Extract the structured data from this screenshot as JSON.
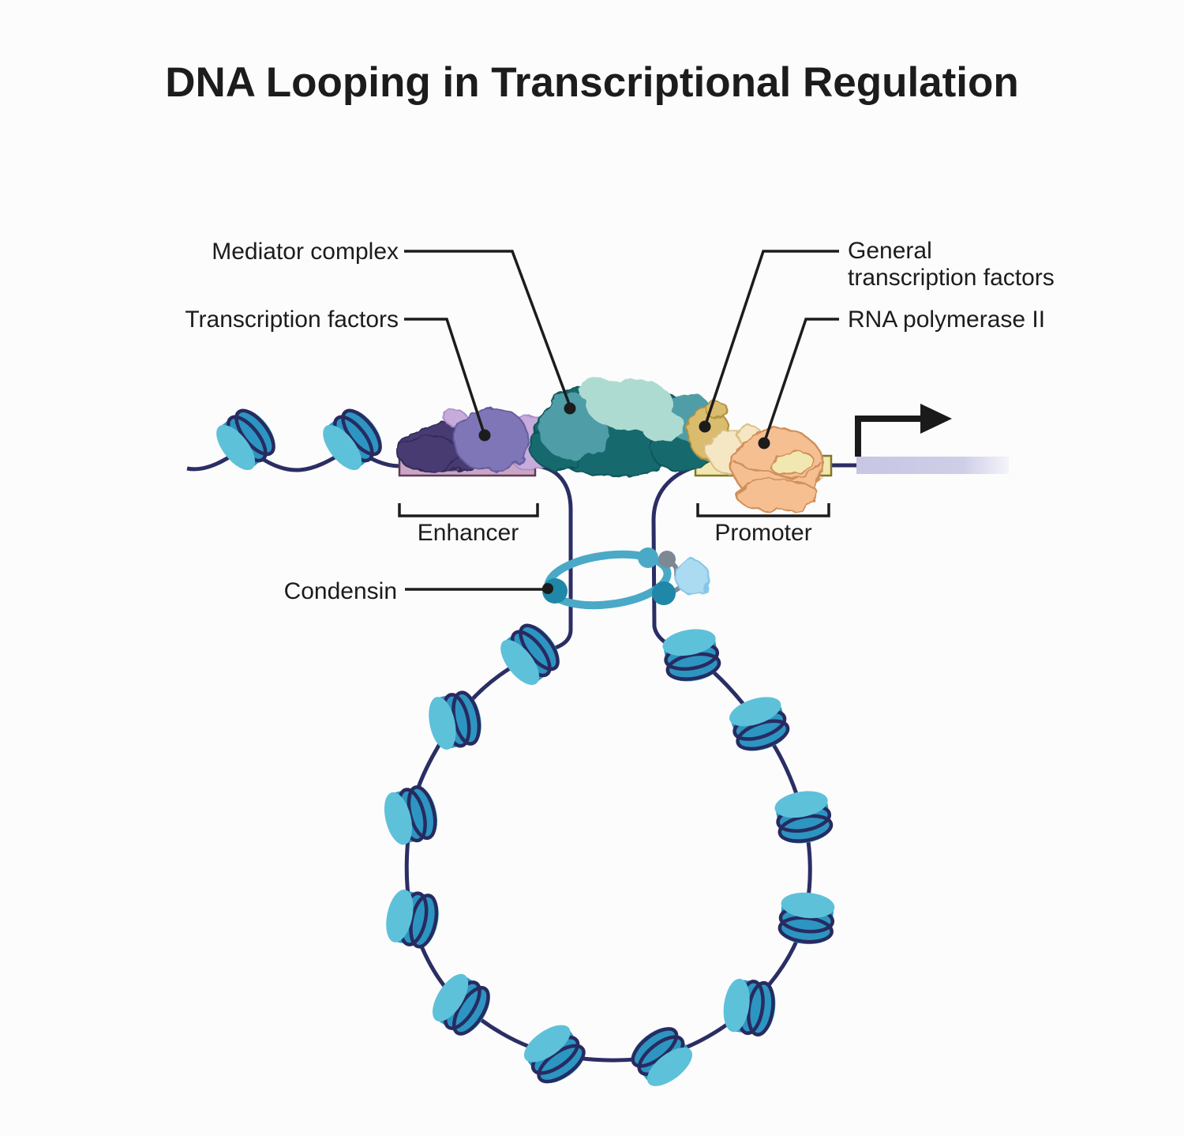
{
  "title": "DNA Looping in Transcriptional Regulation",
  "labels": {
    "mediator": "Mediator complex",
    "transcription_factors": "Transcription factors",
    "general_tf_line1": "General",
    "general_tf_line2": "transcription factors",
    "rna_pol2": "RNA polymerase II",
    "condensin": "Condensin",
    "enhancer": "Enhancer",
    "promoter": "Promoter"
  },
  "colors": {
    "background": "#fcfcfc",
    "text": "#1c1c1c",
    "dna_strand": "#2b2e64",
    "nucleosome_face": "#5ec1da",
    "nucleosome_side": "#2d95c1",
    "enhancer_fill": "#cba6c4",
    "enhancer_border": "#5f3a55",
    "promoter_fill": "#f1e7b1",
    "promoter_border": "#827722",
    "gene_body_fill": "#c7c6e3",
    "tf_dark_purple": "#463a72",
    "tf_mid_purple": "#7f76b8",
    "tf_light_purple": "#c6abdb",
    "mediator_dark_teal": "#156a6e",
    "mediator_mid_teal": "#4f9da7",
    "mediator_mint": "#aedbd1",
    "gtf_gold": "#dabc6e",
    "gtf_cream": "#f6e7c4",
    "rna_pol_orange": "#f5bf92",
    "condensin_ring": "#4aa9c6",
    "condensin_subunit": "#1f88a8",
    "condensin_gray": "#7c8894",
    "condensin_light_blue": "#aadbf1",
    "transcription_arrow": "#1a1a1a"
  }
}
